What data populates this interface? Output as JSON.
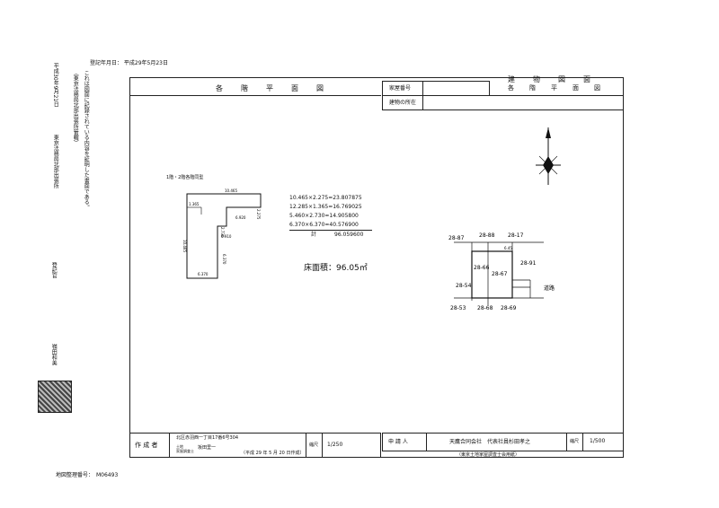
{
  "header": {
    "record_date": "登記年月日： 平成29年5月23日"
  },
  "margin": {
    "cert_line1": "これは図面に記録されている内容を証明した書面である。",
    "cert_line2": "（東京法務局北部出張所管轄）",
    "cert_date": "平成30年9月21日",
    "office": "東京法務局北部出張所",
    "role": "登記官",
    "official": "嶺田和美"
  },
  "left_panel": {
    "title": "各　階　平　面　図",
    "floor_label": "1階・2階各階同型",
    "dims": {
      "top": "10.465",
      "upper_left": "1.365",
      "right_short": "2.275",
      "mid_right": "6.920",
      "inner_v": "2.730",
      "inner_h": "0.910",
      "left_v": "10.465",
      "inner_v2": "6.370",
      "bottom": "6.370"
    },
    "calc": [
      "10.465×2.275=23.807875",
      "12.285×1.365=16.769025",
      "5.460×2.730=14.905800",
      "6.370×6.370=40.576900"
    ],
    "total_label": "計",
    "total_value": "96.059600",
    "floor_area": "床面積：96.05㎡"
  },
  "right_panel": {
    "title_main": "建　物　図　面",
    "title_sub": "各　階　平　面　図",
    "house_no_label": "家屋番号",
    "location_label": "建物の所在",
    "parcels": [
      "28-87",
      "28-88",
      "28-17",
      "28-66",
      "28-67",
      "28-91",
      "28-54",
      "28-53",
      "28-68",
      "28-69",
      "6.45"
    ],
    "road_label": "道路"
  },
  "footer_left": {
    "creator_label": "作 成 者",
    "address": "北区赤羽西一丁目17番6号304",
    "qual_line1": "土地",
    "qual_line2": "家屋調査士",
    "name": "坂田里一",
    "date": "（平成 29 年 5 月 20 日作成）",
    "scale_label": "縮尺",
    "scale": "1/250"
  },
  "footer_right": {
    "applicant_label": "申 請 人",
    "applicant": "天鷹合同会社　代表社員杉田孝之",
    "scale_label": "縮尺",
    "scale": "1/500",
    "association": "（東京土地家屋調査士会用紙）"
  },
  "bottom": {
    "map_no": "地図整理番号：　M06493"
  }
}
